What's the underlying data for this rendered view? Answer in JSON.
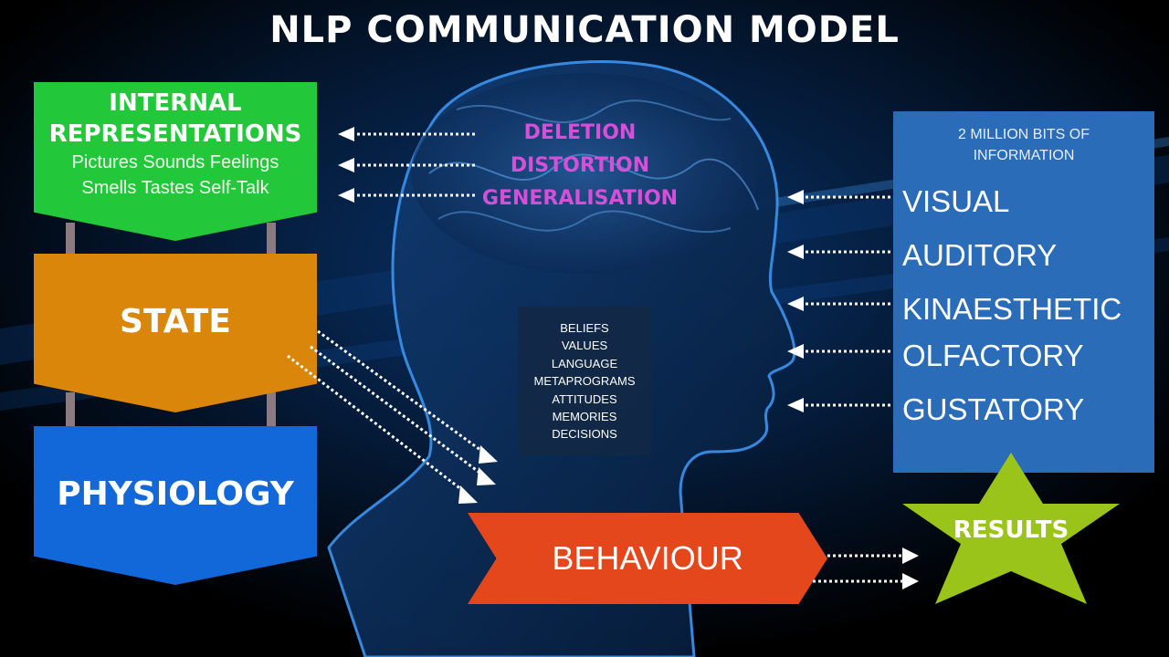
{
  "title": "NLP COMMUNICATION MODEL",
  "internal_representations": {
    "heading_line1": "INTERNAL",
    "heading_line2": "REPRESENTATIONS",
    "subtext_line1": "Pictures Sounds  Feelings",
    "subtext_line2": "Smells Tastes  Self-Talk",
    "color": "#22c73a"
  },
  "state": {
    "label": "STATE",
    "color": "#d9860b"
  },
  "physiology": {
    "label": "PHYSIOLOGY",
    "color": "#1268d8"
  },
  "filters": [
    "DELETION",
    "DISTORTION",
    "GENERALISATION"
  ],
  "filters_color": "#d54fd8",
  "beliefs": [
    "BELIEFS",
    "VALUES",
    "LANGUAGE",
    "METAPROGRAMS",
    "ATTITUDES",
    "MEMORIES",
    "DECISIONS"
  ],
  "information": {
    "heading_line1": "2 MILLION BITS OF",
    "heading_line2": "INFORMATION",
    "senses": [
      "VISUAL",
      "AUDITORY",
      "KINAESTHETIC",
      "OLFACTORY",
      "GUSTATORY"
    ],
    "color": "#2a6cb8"
  },
  "behaviour": {
    "label": "BEHAVIOUR",
    "color": "#e4471c"
  },
  "results": {
    "label": "RESULTS",
    "color": "#9bc41a"
  }
}
